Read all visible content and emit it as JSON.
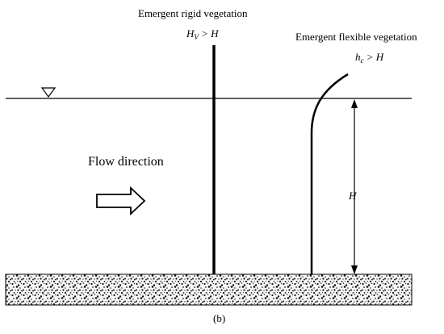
{
  "rigid": {
    "title": "Emergent rigid vegetation",
    "condition_lhs": "H",
    "condition_sub": "V",
    "condition_rhs": " > H"
  },
  "flexible": {
    "title": "Emergent flexible vegetation",
    "condition_lhs": "h",
    "condition_sub": "c",
    "condition_rhs": " > H"
  },
  "flow": {
    "label": "Flow direction"
  },
  "depth": {
    "label": "H"
  },
  "caption": "(b)"
}
